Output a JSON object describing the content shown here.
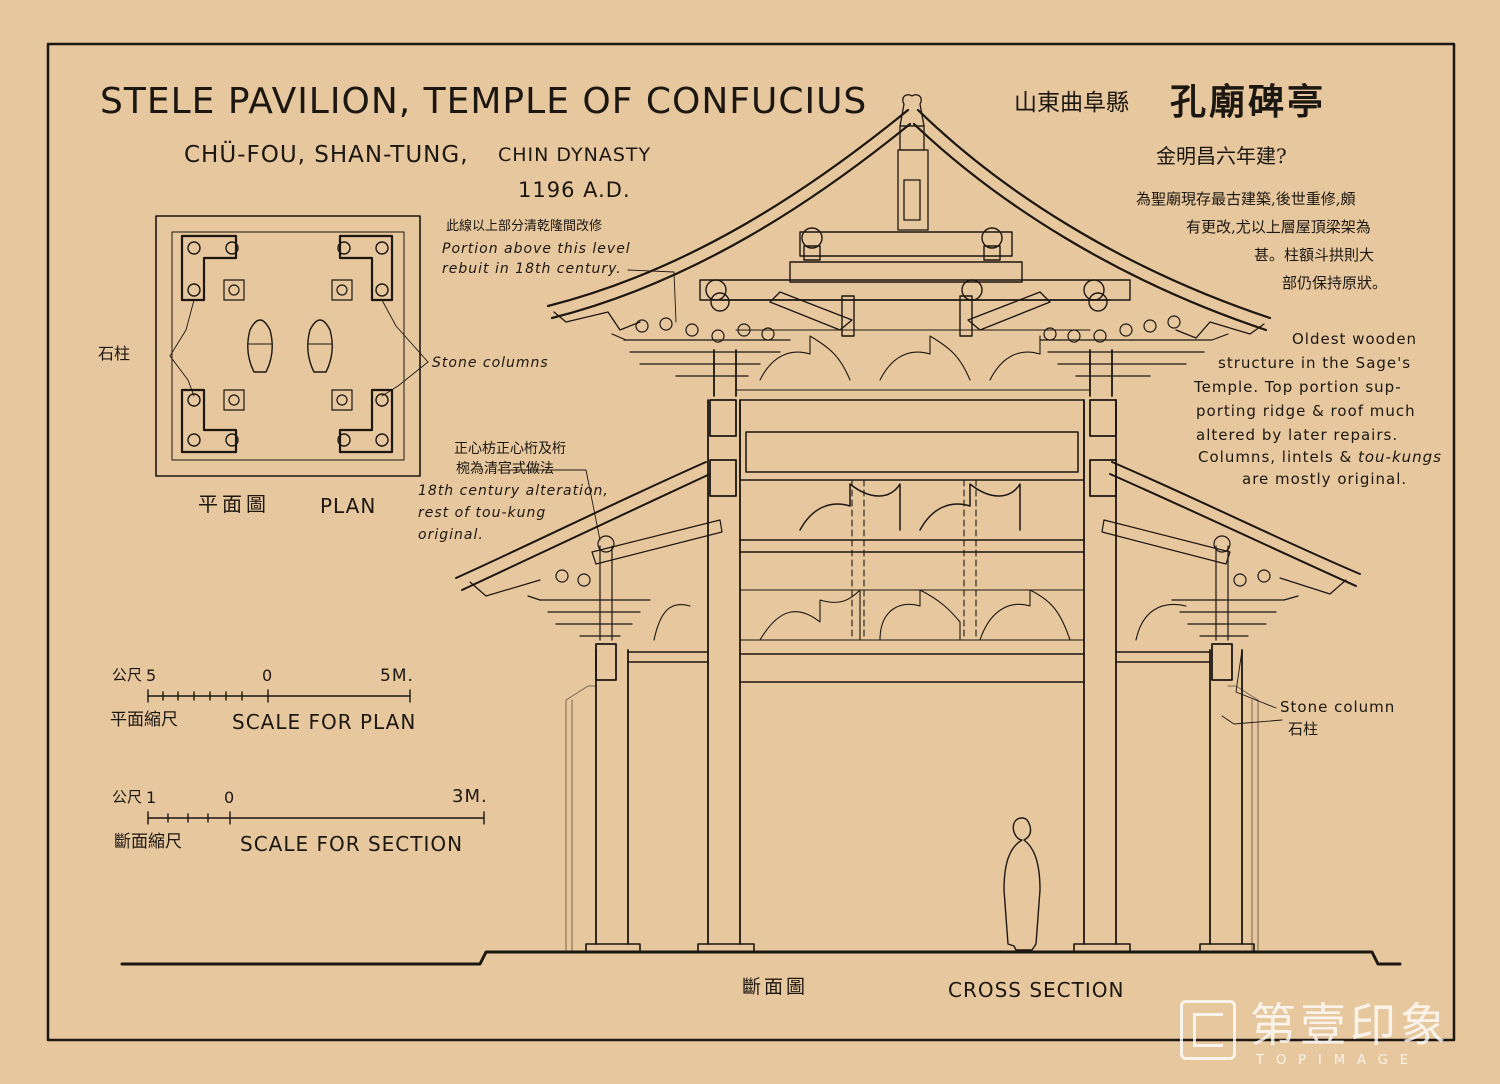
{
  "title": {
    "line1": "STELE PAVILION, TEMPLE OF CONFUCIUS",
    "line2_place": "CHÜ-FOU, SHAN-TUNG,",
    "line2_dynasty": "CHIN DYNASTY",
    "line3": "1196 A.D.",
    "chinese_place": "山東曲阜縣",
    "chinese_name": "孔廟碑亭",
    "chinese_date": "金明昌六年建?"
  },
  "plan": {
    "label_cn": "平面圖",
    "label_en": "PLAN",
    "stone_col_cn": "石柱",
    "stone_col_en": "Stone columns"
  },
  "scales": {
    "plan": {
      "unit_cn": "公尺",
      "left": "5",
      "zero": "0",
      "right": "5M.",
      "label_cn": "平面縮尺",
      "label_en": "SCALE FOR PLAN"
    },
    "section": {
      "unit_cn": "公尺",
      "left": "1",
      "zero": "0",
      "right": "3M.",
      "label_cn": "斷面縮尺",
      "label_en": "SCALE FOR SECTION"
    }
  },
  "notes": {
    "upper_cn": "此線以上部分清乾隆間改修",
    "upper_en_1": "Portion above this level",
    "upper_en_2": "rebuit in 18th century.",
    "mid_cn_1": "正心枋正心桁及桁",
    "mid_cn_2": "椀為清官式做法",
    "mid_en_1": "18th century alteration,",
    "mid_en_2a": "rest of ",
    "mid_en_2b": "tou-kung",
    "mid_en_3": "original.",
    "right_cn_1": "為聖廟現存最古建築,後世重修,頗",
    "right_cn_2": "有更改,尤以上層屋頂梁架為",
    "right_cn_3": "甚。柱額斗拱則大",
    "right_cn_4": "部仍保持原狀。",
    "right_en_1": "Oldest wooden",
    "right_en_2": "structure in the Sage's",
    "right_en_3": "Temple. Top portion sup-",
    "right_en_4": "porting ridge & roof much",
    "right_en_5": "altered by later repairs.",
    "right_en_6a": "Columns, lintels & ",
    "right_en_6b": "tou-kungs",
    "right_en_7": "are mostly original.",
    "stone_column_en": "Stone column",
    "stone_column_cn": "石柱"
  },
  "section": {
    "label_cn": "斷面圖",
    "label_en": "CROSS SECTION"
  },
  "watermark": {
    "text_cn": "第壹印象",
    "text_en": "TOPIMAGE"
  },
  "colors": {
    "paper": "#e6c79e",
    "ink": "#1d1712",
    "fill_light": "#efd8b5"
  }
}
